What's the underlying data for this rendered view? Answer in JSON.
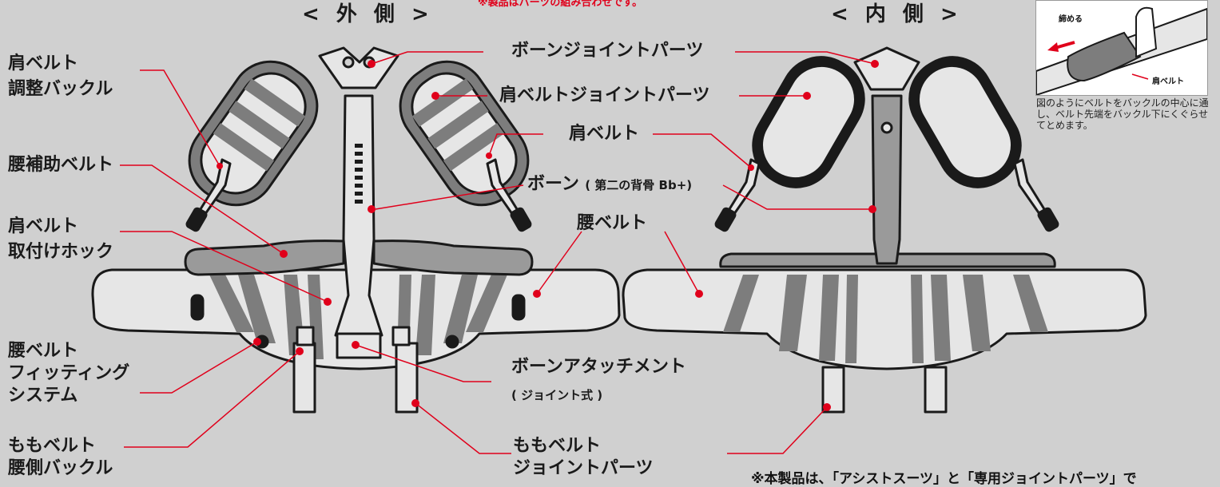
{
  "headings": {
    "outer": "< 外 側 >",
    "inner": "< 内 側 >"
  },
  "top_notice": "※製品はパーツの組み合わせです。",
  "labels": {
    "shoulder_belt_buckle": [
      "肩ベルト",
      "調整バックル"
    ],
    "waist_aux_belt": "腰補助ベルト",
    "shoulder_belt_hook": [
      "肩ベルト",
      "取付けホック"
    ],
    "waist_belt_fitting": [
      "腰ベルト",
      "フィッティング",
      "システム"
    ],
    "thigh_belt_buckle": [
      "ももベルト",
      "腰側バックル"
    ],
    "bone_joint_parts": "ボーンジョイントパーツ",
    "shoulder_belt_joint_parts": "肩ベルトジョイントパーツ",
    "shoulder_belt": "肩ベルト",
    "bone_main": "ボーン",
    "bone_sub": "( 第二の背骨 Bb+)",
    "waist_belt": "腰ベルト",
    "bone_attachment_main": "ボーンアタッチメント",
    "bone_attachment_sub": "( ジョイント式 )",
    "thigh_belt_joint": [
      "ももベルト",
      "ジョイントパーツ"
    ]
  },
  "note": {
    "tighten": "締める",
    "shoulder_belt": "肩ベルト",
    "text": "図のようにベルトをバックルの中心に通し、ベルト先端をバックル下にくぐらせてとめます。"
  },
  "footnote": "※本製品は、「アシストスーツ」と「専用ジョイントパーツ」で",
  "colors": {
    "background": "#d0d0d0",
    "leader_line": "#e0001b",
    "dot": "#e0001b",
    "outline": "#1a1a1a",
    "pad_light": "#e6e6e6",
    "pad_dark": "#7d7d7d",
    "band_mid": "#9a9a9a"
  }
}
